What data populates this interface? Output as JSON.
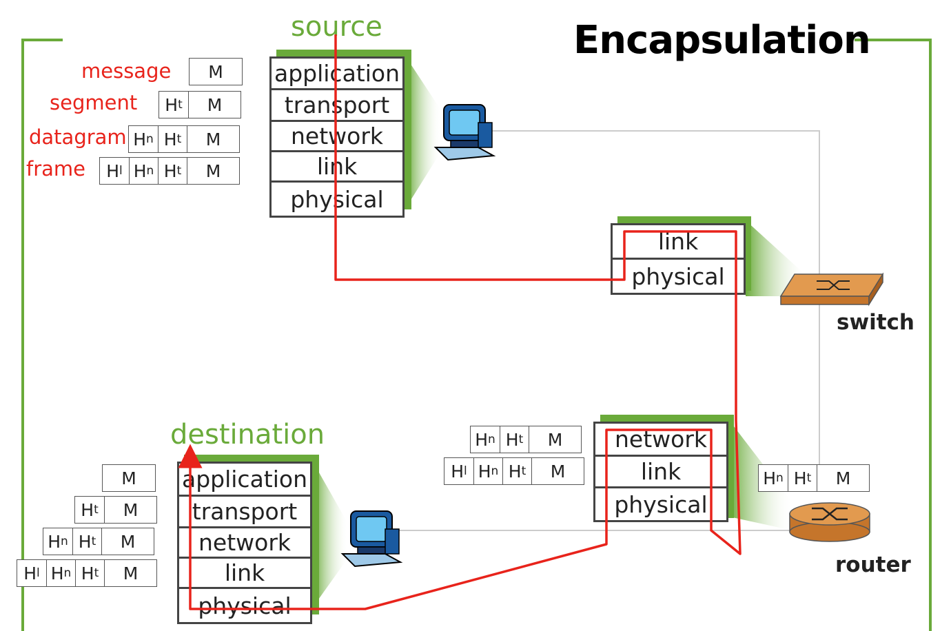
{
  "title": "Encapsulation",
  "labels": {
    "source": "source",
    "destination": "destination",
    "switch": "switch",
    "router": "router"
  },
  "pdu_names": [
    "message",
    "segment",
    "datagram",
    "frame"
  ],
  "headers": {
    "message": "M",
    "transport": "H",
    "transport_sub": "t",
    "network": "H",
    "network_sub": "n",
    "link": "H",
    "link_sub": "l"
  },
  "stacks": {
    "source": [
      "application",
      "transport",
      "network",
      "link",
      "physical"
    ],
    "switch": [
      "link",
      "physical"
    ],
    "router": [
      "network",
      "link",
      "physical"
    ],
    "destination": [
      "application",
      "transport",
      "network",
      "link",
      "physical"
    ]
  },
  "icons": [
    "computer-icon",
    "switch-icon",
    "router-icon"
  ],
  "colors": {
    "frame_green": "#6aaa3a",
    "path_red": "#e8231b",
    "label_red": "#e8231b",
    "switch_orange": "#d8863a"
  }
}
